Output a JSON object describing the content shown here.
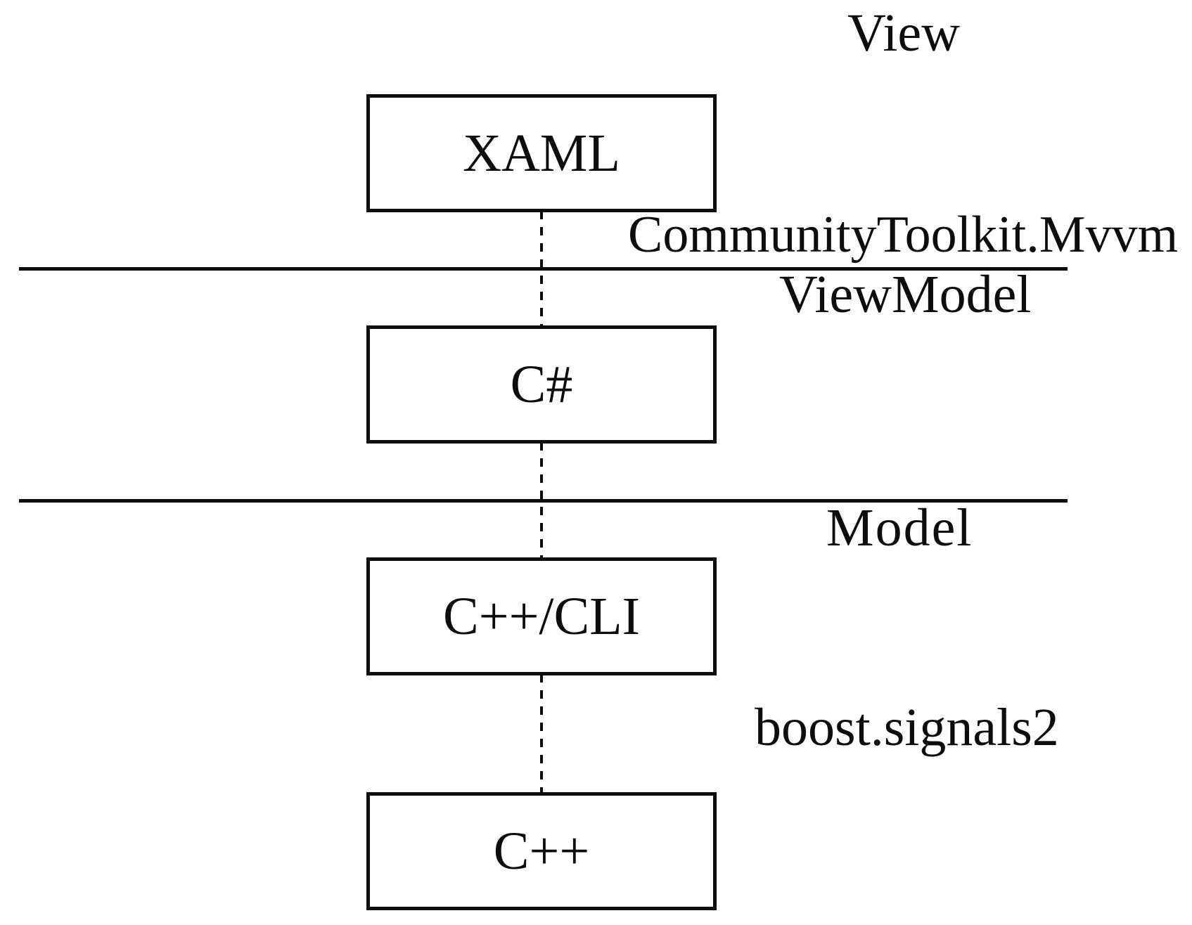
{
  "diagram": {
    "background_color": "#ffffff",
    "ink_color": "#0d0d0d",
    "layers": {
      "view_label": "View",
      "viewmodel_label": "ViewModel",
      "model_label": "Model"
    },
    "boxes": [
      {
        "label": "XAML"
      },
      {
        "label": "C#"
      },
      {
        "label": "C++/CLI"
      },
      {
        "label": "C++"
      }
    ],
    "connectors": [
      {
        "label": "CommunityToolkit.Mvvm"
      },
      {
        "label": "boost.signals2"
      }
    ]
  }
}
